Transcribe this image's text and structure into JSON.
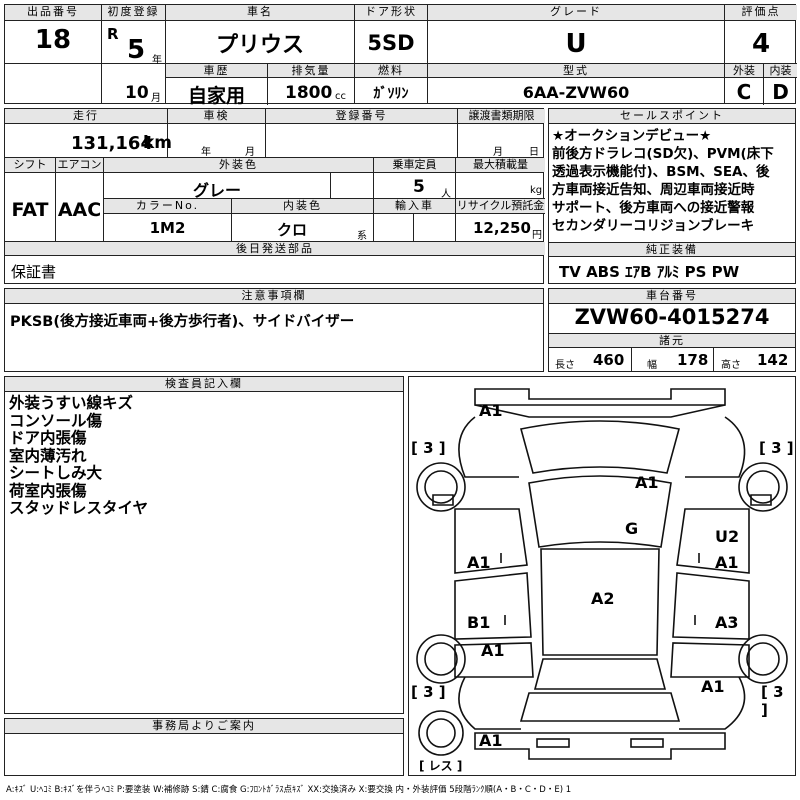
{
  "header": {
    "lot_label": "出品番号",
    "lot": "18",
    "first_reg_label": "初度登録",
    "era": "R",
    "year": "5",
    "year_unit": "年",
    "month": "10",
    "month_unit": "月",
    "name_label": "車名",
    "name": "プリウス",
    "history_label": "車歴",
    "history": "自家用",
    "displacement_label": "排気量",
    "displacement": "1800",
    "displacement_unit": "cc",
    "door_label": "ドア形状",
    "door": "5SD",
    "fuel_label": "燃料",
    "fuel": "ｶﾞｿﾘﾝ",
    "grade_label": "グレード",
    "grade": "U",
    "model_label": "型式",
    "model": "6AA-ZVW60",
    "score_label": "評価点",
    "score": "4",
    "ext_label": "外装",
    "ext": "C",
    "int_label": "内装",
    "int": "D"
  },
  "row2": {
    "mileage_label": "走行",
    "mileage": "131,164",
    "mileage_unit": "km",
    "inspection_label": "車検",
    "year_unit": "年",
    "month_unit": "月",
    "regno_label": "登録番号",
    "transfer_label": "譲渡書類期限",
    "t_month": "月",
    "t_day": "日",
    "shift_label": "シフト",
    "shift": "FAT",
    "ac_label": "エアコン",
    "ac": "AAC",
    "color_label": "外装色",
    "color": "グレー",
    "capacity_label": "乗車定員",
    "capacity": "5",
    "capacity_unit": "人",
    "load_label": "最大積載量",
    "load_unit": "kg",
    "colorno_label": "カラーNo.",
    "colorno": "1M2",
    "intcolor_label": "内装色",
    "intcolor": "クロ",
    "intcolor_unit": "系",
    "import_label": "輸入車",
    "recycle_label": "リサイクル預託金",
    "recycle": "12,250",
    "recycle_unit": "円"
  },
  "sales": {
    "label": "セールスポイント",
    "lines": [
      "★オークションデビュー★",
      "前後方ドラレコ(SD欠)、PVM(床下",
      "透過表示機能付)、BSM、SEA、後",
      "方車両接近告知、周辺車両接近時",
      "サポート、後方車両への接近警報",
      "セカンダリーコリジョンブレーキ"
    ]
  },
  "later": {
    "label": "後日発送部品",
    "value": "保証書"
  },
  "equip": {
    "label": "純正装備",
    "items": [
      "TV",
      "ABS",
      "ｴｱB",
      "ｱﾙﾐ",
      "PS",
      "PW"
    ]
  },
  "notes": {
    "label": "注意事項欄",
    "value": "PKSB(後方接近車両+後方歩行者)、サイドバイザー"
  },
  "chassis": {
    "label": "車台番号",
    "value": "ZVW60-4015274",
    "dims_label": "諸元",
    "len_label": "長さ",
    "len": "460",
    "wid_label": "幅",
    "wid": "178",
    "hgt_label": "高さ",
    "hgt": "142"
  },
  "inspector": {
    "label": "検査員記入欄",
    "lines": [
      "外装うすい線キズ",
      "コンソール傷",
      "ドア内張傷",
      "室内薄汚れ",
      "シートしみ大",
      "荷室内張傷",
      "スタッドレスタイヤ"
    ]
  },
  "office": {
    "label": "事務局よりご案内"
  },
  "diagram": {
    "marks": [
      "A1",
      "A1",
      "G",
      "U2",
      "A1",
      "A1",
      "A2",
      "B1",
      "A3",
      "A1",
      "A1",
      "A1"
    ],
    "tires": [
      "[ 3 ]",
      "[ 3 ]",
      "[ 3 ]",
      "[ 3 ]"
    ],
    "spare": "[ レス ]"
  },
  "legend": "A:ｷｽﾞ U:ﾍｺﾐ B:ｷｽﾞを伴うﾍｺﾐ P:要塗装 W:補修跡 S:錆 C:腐食 G:ﾌﾛﾝﾄｶﾞﾗｽ点ｷｽﾞ XX:交換済み X:要交換 内・外装評価 5段階ﾗﾝｸ順(A・B・C・D・E) 1"
}
